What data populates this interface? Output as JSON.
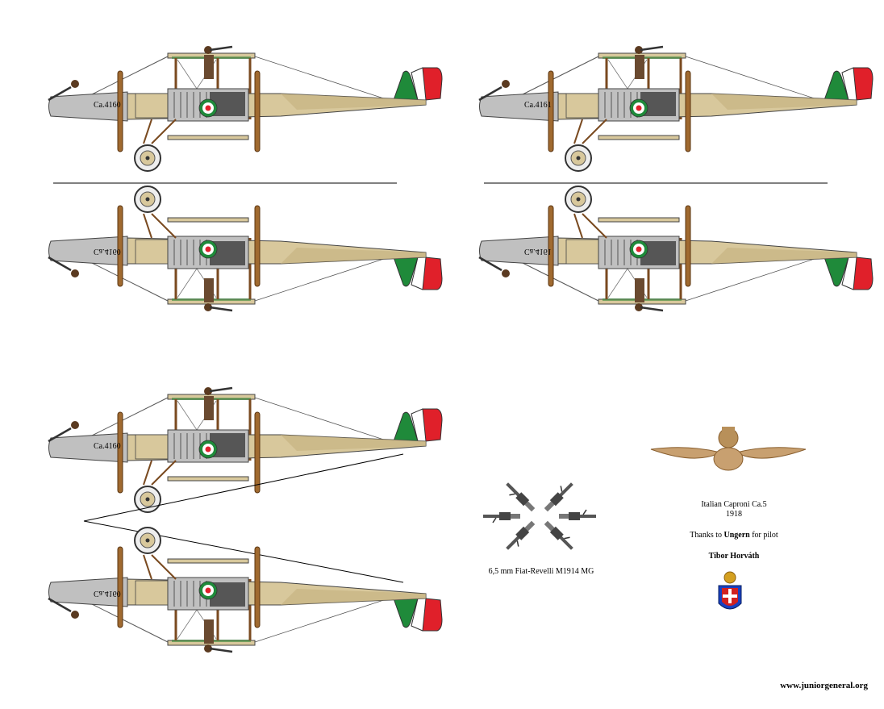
{
  "aircraft": [
    {
      "serial": "Ca.4160",
      "mirrored": false
    },
    {
      "serial": "Ca.4161",
      "mirrored": false
    },
    {
      "serial": "Ca.4160",
      "mirrored": true
    },
    {
      "serial": "Ca.4161",
      "mirrored": true
    },
    {
      "serial": "Ca.4160",
      "mirrored": false
    },
    {
      "serial": "Ca.4160",
      "mirrored": true
    }
  ],
  "mg_caption": "6,5 mm Fiat-Revelli M1914 MG",
  "caption": {
    "title": "Italian Caproni Ca.5",
    "year": "1918",
    "thanks_prefix": "Thanks to",
    "thanks_name": "Ungern",
    "thanks_suffix": "for pilot",
    "artist": "Tibor Horváth"
  },
  "website": "www.juniorgeneral.org",
  "colors": {
    "fuselage": "#d8c89c",
    "fuselage_shade": "#c4b07e",
    "engine": "#c0c0c0",
    "wood": "#7a4a20",
    "rudder_green": "#1f8a3a",
    "rudder_white": "#ffffff",
    "rudder_red": "#e0202a",
    "wings_badge": "#c8a070",
    "shield_blue": "#1840c0",
    "shield_red": "#d02020",
    "crown_gold": "#d4a020"
  }
}
